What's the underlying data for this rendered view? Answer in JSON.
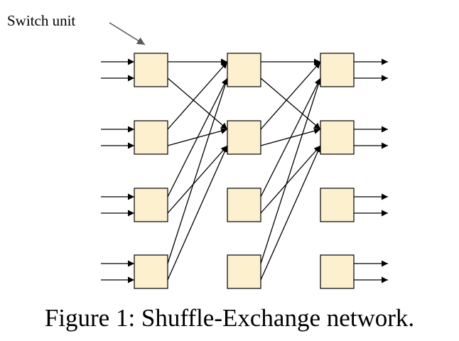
{
  "annotation": "Switch unit",
  "caption": "Figure 1: Shuffle-Exchange network.",
  "colors": {
    "switch_fill": "#fdf0cf",
    "stroke": "#000000",
    "annotation_arrow": "#5a5a5a"
  },
  "network": {
    "stages": 3,
    "switches_per_stage": 4,
    "ports_per_switch": 2,
    "stage_links": [
      [
        [
          0,
          0
        ],
        [
          0,
          2
        ],
        [
          1,
          0
        ],
        [
          1,
          2
        ],
        [
          2,
          1
        ],
        [
          2,
          3
        ],
        [
          3,
          1
        ],
        [
          3,
          3
        ]
      ],
      [
        [
          0,
          0
        ],
        [
          0,
          2
        ],
        [
          1,
          0
        ],
        [
          1,
          2
        ],
        [
          2,
          1
        ],
        [
          2,
          3
        ],
        [
          3,
          1
        ],
        [
          3,
          3
        ]
      ]
    ]
  }
}
